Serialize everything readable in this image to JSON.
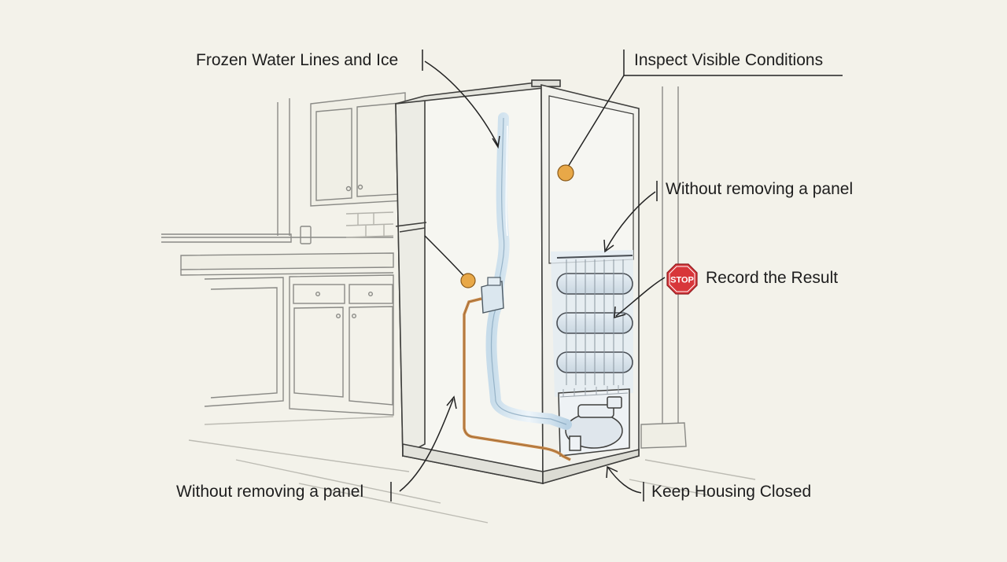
{
  "labels": {
    "frozen_lines": "Frozen Water Lines and Ice",
    "inspect": "Inspect Visible Conditions",
    "without_panel_right": "Without removing a panel",
    "record": "Record the Result",
    "without_panel_left": "Without removing a panel",
    "keep_closed": "Keep Housing Closed"
  },
  "stop_sign": {
    "text": "STOP",
    "color": "#d8363a"
  },
  "colors": {
    "background": "#f3f2ea",
    "line": "#3a3a3a",
    "marker": "#e8a848",
    "copper_line": "#c8894a",
    "ice": "#d4e4ef"
  }
}
